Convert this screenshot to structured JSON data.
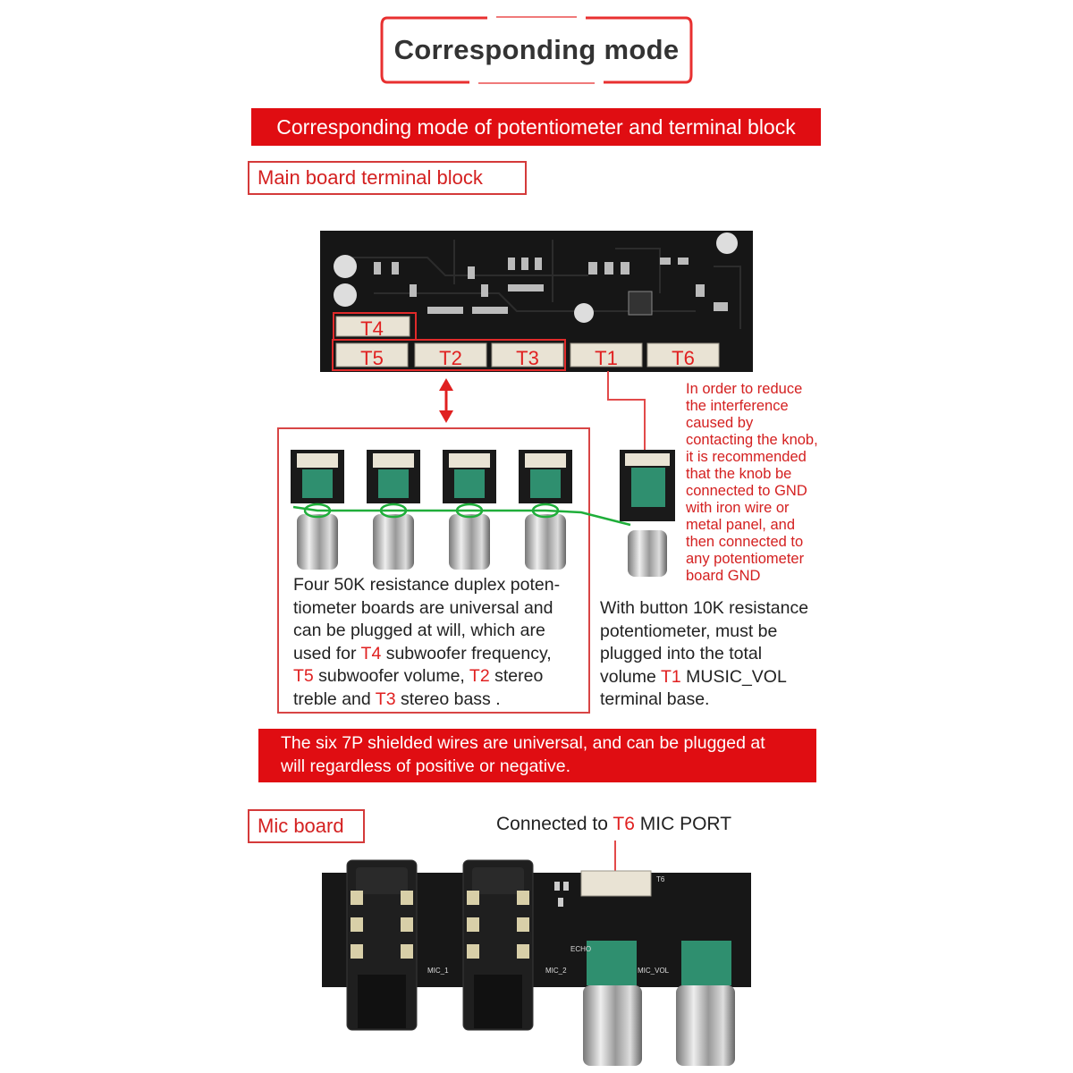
{
  "header": {
    "title": "Corresponding mode"
  },
  "banner_top": "Corresponding mode of potentiometer and terminal block",
  "main_board": {
    "label": "Main board terminal block",
    "terminals": [
      "T4",
      "T5",
      "T2",
      "T3",
      "T1",
      "T6"
    ]
  },
  "interference_note": {
    "lines": [
      "In order to reduce",
      "the interference",
      "caused by",
      "contacting the knob,",
      "it is recommended",
      "that the knob be",
      "connected to GND",
      "with iron wire or",
      "metal panel, and",
      "then connected to",
      "any potentiometer",
      "board GND"
    ]
  },
  "duplex_description": {
    "line1": "Four 50K resistance duplex poten-",
    "line2": "tiometer boards are universal and",
    "line3": "can be plugged at will, which are",
    "line4_pre": "used for ",
    "line4_t": "T4",
    "line4_post": " subwoofer frequency,",
    "line5_t1": "T5",
    "line5_mid": " subwoofer volume, ",
    "line5_t2": "T2",
    "line5_post": " stereo",
    "line6_pre": "treble and ",
    "line6_t": "T3",
    "line6_post": " stereo bass ."
  },
  "button_pot_description": {
    "line1": "With button 10K resistance",
    "line2": "potentiometer, must be",
    "line3": "plugged into the total",
    "line4_pre": "volume ",
    "line4_t": "T1",
    "line4_post": " MUSIC_VOL",
    "line5": "terminal base."
  },
  "banner_bottom": {
    "line1": "The six 7P shielded wires are universal, and can be plugged at",
    "line2": "will regardless of positive or negative."
  },
  "mic_board": {
    "label": "Mic board",
    "caption_pre": "Connected to ",
    "caption_t": "T6",
    "caption_post": " MIC PORT",
    "silk": {
      "mic1": "MIC_1",
      "mic2": "MIC_2",
      "mic_vol": "MIC_VOL",
      "echo": "ECHO",
      "t6": "T6"
    }
  },
  "colors": {
    "accent_red": "#e00d12",
    "label_red": "#d42020",
    "pcb": "#1a1a1a",
    "pot_green": "#2f8f6f",
    "wire_green": "#1fae3a"
  }
}
